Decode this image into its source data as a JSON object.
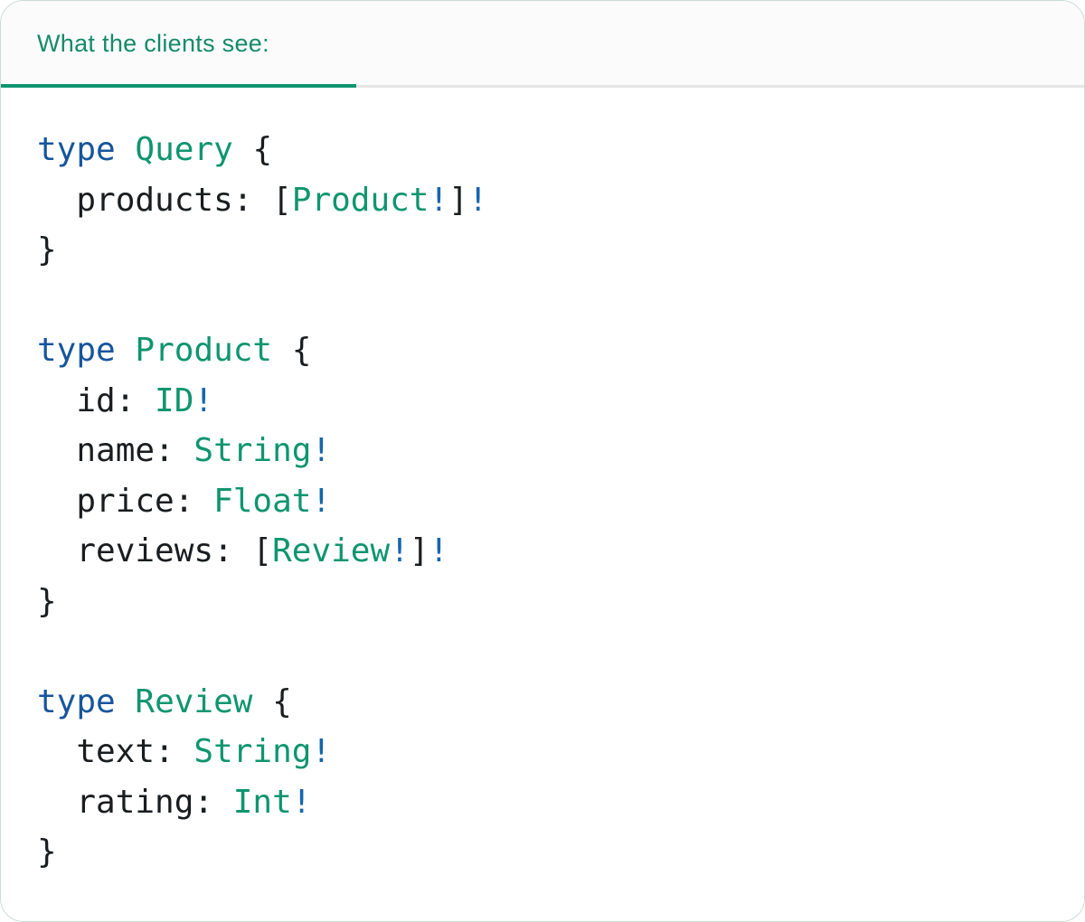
{
  "card": {
    "header": {
      "tab_label": "What the clients see:"
    }
  },
  "colors": {
    "type_teal": "#0f9570",
    "header_teal": "#158a6a",
    "keyword_blue": "#17559c",
    "bang_blue": "#1565ae",
    "text_dark": "#1a1d20",
    "header_bg": "#fbfbfb",
    "header_border": "#e6e6e6",
    "card_border": "#c9ddd1"
  },
  "code": {
    "language": "graphql",
    "lines": [
      [
        {
          "t": "kw",
          "v": "type"
        },
        {
          "t": "pl",
          "v": " "
        },
        {
          "t": "ty",
          "v": "Query"
        },
        {
          "t": "pl",
          "v": " {"
        }
      ],
      [
        {
          "t": "pl",
          "v": "  products: ["
        },
        {
          "t": "ty",
          "v": "Product"
        },
        {
          "t": "bang",
          "v": "!"
        },
        {
          "t": "pl",
          "v": "]"
        },
        {
          "t": "bang",
          "v": "!"
        }
      ],
      [
        {
          "t": "pl",
          "v": "}"
        }
      ],
      [],
      [
        {
          "t": "kw",
          "v": "type"
        },
        {
          "t": "pl",
          "v": " "
        },
        {
          "t": "ty",
          "v": "Product"
        },
        {
          "t": "pl",
          "v": " {"
        }
      ],
      [
        {
          "t": "pl",
          "v": "  id: "
        },
        {
          "t": "ty",
          "v": "ID"
        },
        {
          "t": "bang",
          "v": "!"
        }
      ],
      [
        {
          "t": "pl",
          "v": "  name: "
        },
        {
          "t": "ty",
          "v": "String"
        },
        {
          "t": "bang",
          "v": "!"
        }
      ],
      [
        {
          "t": "pl",
          "v": "  price: "
        },
        {
          "t": "ty",
          "v": "Float"
        },
        {
          "t": "bang",
          "v": "!"
        }
      ],
      [
        {
          "t": "pl",
          "v": "  reviews: ["
        },
        {
          "t": "ty",
          "v": "Review"
        },
        {
          "t": "bang",
          "v": "!"
        },
        {
          "t": "pl",
          "v": "]"
        },
        {
          "t": "bang",
          "v": "!"
        }
      ],
      [
        {
          "t": "pl",
          "v": "}"
        }
      ],
      [],
      [
        {
          "t": "kw",
          "v": "type"
        },
        {
          "t": "pl",
          "v": " "
        },
        {
          "t": "ty",
          "v": "Review"
        },
        {
          "t": "pl",
          "v": " {"
        }
      ],
      [
        {
          "t": "pl",
          "v": "  text: "
        },
        {
          "t": "ty",
          "v": "String"
        },
        {
          "t": "bang",
          "v": "!"
        }
      ],
      [
        {
          "t": "pl",
          "v": "  rating: "
        },
        {
          "t": "ty",
          "v": "Int"
        },
        {
          "t": "bang",
          "v": "!"
        }
      ],
      [
        {
          "t": "pl",
          "v": "}"
        }
      ]
    ]
  }
}
